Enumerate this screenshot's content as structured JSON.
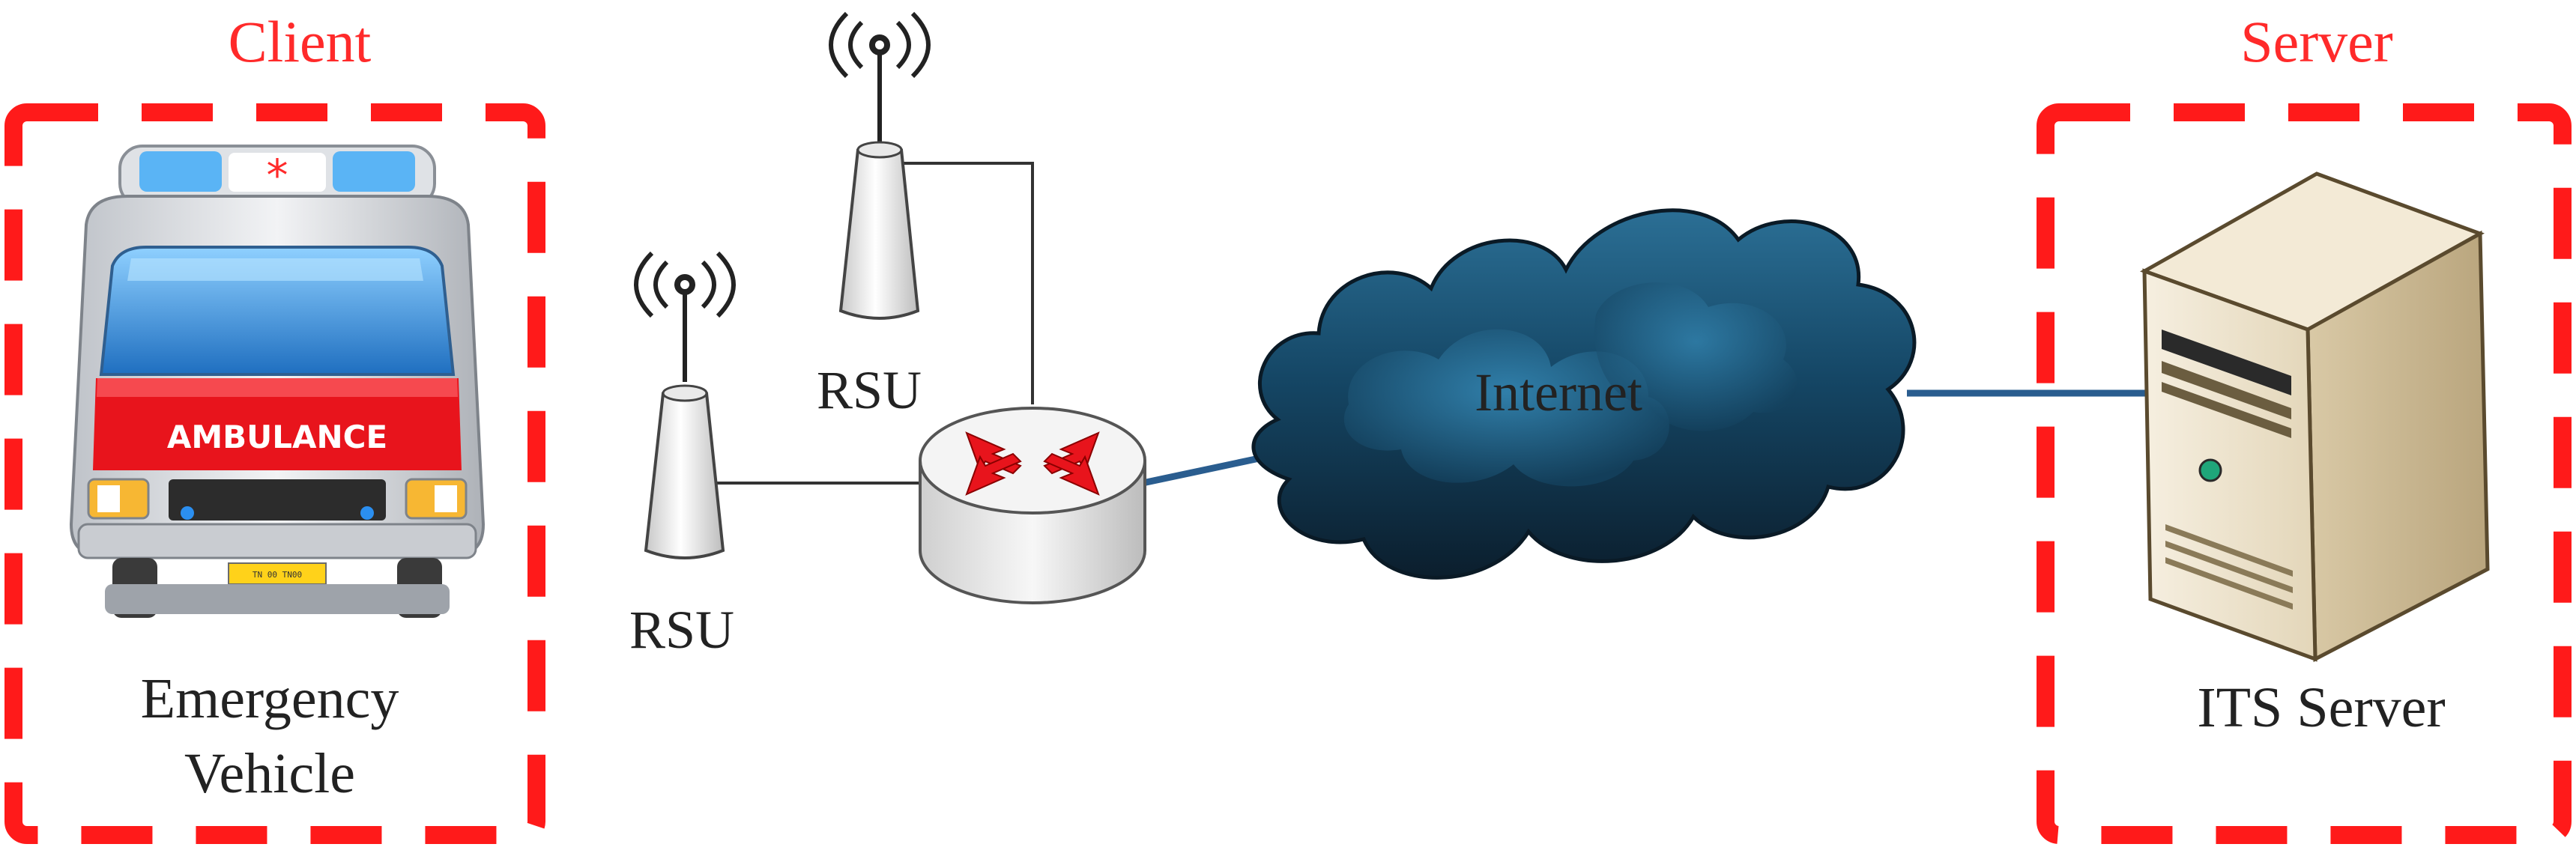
{
  "client_group": {
    "title": "Client",
    "label_line1": "Emergency",
    "label_line2": "Vehicle"
  },
  "server_group": {
    "title": "Server",
    "label": "ITS Server"
  },
  "rsu_top": {
    "label": "RSU"
  },
  "rsu_bottom": {
    "label": "RSU"
  },
  "cloud": {
    "label": "Internet"
  },
  "ambulance": {
    "body_text": "AMBULANCE",
    "plate_text": "TN 00 TN00"
  },
  "colors": {
    "group_border": "#ff1a1a",
    "group_title": "#ff2a2a",
    "link": "#2a5d8f",
    "wire": "#333333"
  }
}
